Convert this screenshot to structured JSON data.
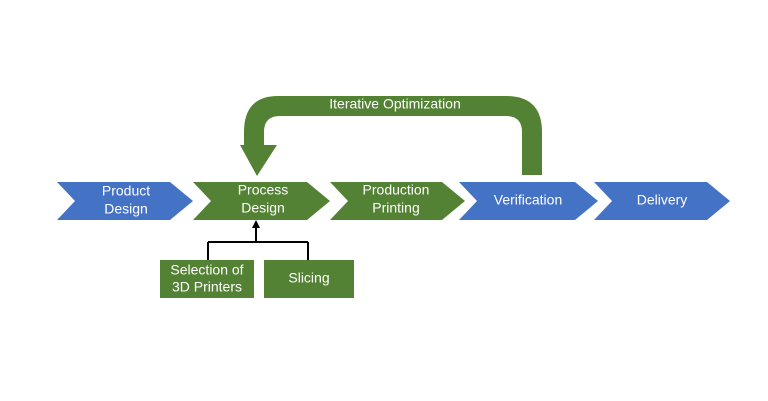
{
  "colors": {
    "blue": "#4472C4",
    "green": "#548235",
    "connector": "#000000"
  },
  "loop": {
    "label": "Iterative Optimization"
  },
  "steps": [
    {
      "lines": [
        "Product",
        "Design"
      ],
      "color": "blue"
    },
    {
      "lines": [
        "Process",
        "Design"
      ],
      "color": "green"
    },
    {
      "lines": [
        "Production",
        "Printing"
      ],
      "color": "green"
    },
    {
      "lines": [
        "Verification"
      ],
      "color": "blue"
    },
    {
      "lines": [
        "Delivery"
      ],
      "color": "blue"
    }
  ],
  "sub_boxes": [
    {
      "lines": [
        "Selection of",
        "3D Printers"
      ]
    },
    {
      "lines": [
        "Slicing"
      ]
    }
  ]
}
